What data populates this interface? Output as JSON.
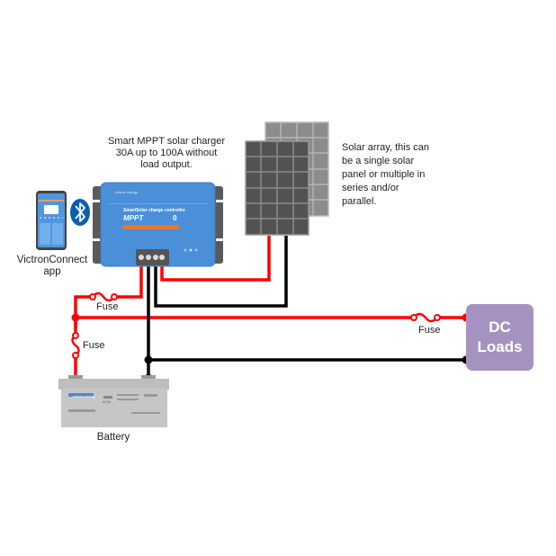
{
  "labels": {
    "charger": "Smart MPPT solar charger\n30A up to 100A without\nload output.",
    "charger_lines": [
      "Smart MPPT solar charger",
      "30A up to 100A without",
      "load output."
    ],
    "solar_lines": [
      "Solar array, this can",
      "be a single solar",
      "panel or multiple in",
      "series and/or",
      "parallel."
    ],
    "app_lines": [
      "VictronConnect",
      "app"
    ],
    "battery": "Battery",
    "fuse_top": "Fuse",
    "fuse_left": "Fuse",
    "fuse_right": "Fuse",
    "dc_loads_lines": [
      "DC",
      "Loads"
    ]
  },
  "controller": {
    "brand": "victron energy",
    "model_line": "SmartSolar charge controller",
    "model": "MPPT",
    "indicator": "0"
  },
  "battery_panel": {
    "brand": "victron energy",
    "type": "AGM"
  },
  "icons": {
    "bluetooth": "bluetooth-icon",
    "phone": "smartphone-icon",
    "solar": "solar-panel-icon",
    "battery": "battery-icon"
  },
  "colors": {
    "positive_wire": "#ff0000",
    "negative_wire": "#000000",
    "controller_blue": "#4a8fd8",
    "controller_orange": "#e8772e",
    "dc_loads": "#a692c0",
    "bluetooth_blue": "#0a5fb4",
    "panel_front": "#525252",
    "panel_back": "#8a8a8a"
  }
}
